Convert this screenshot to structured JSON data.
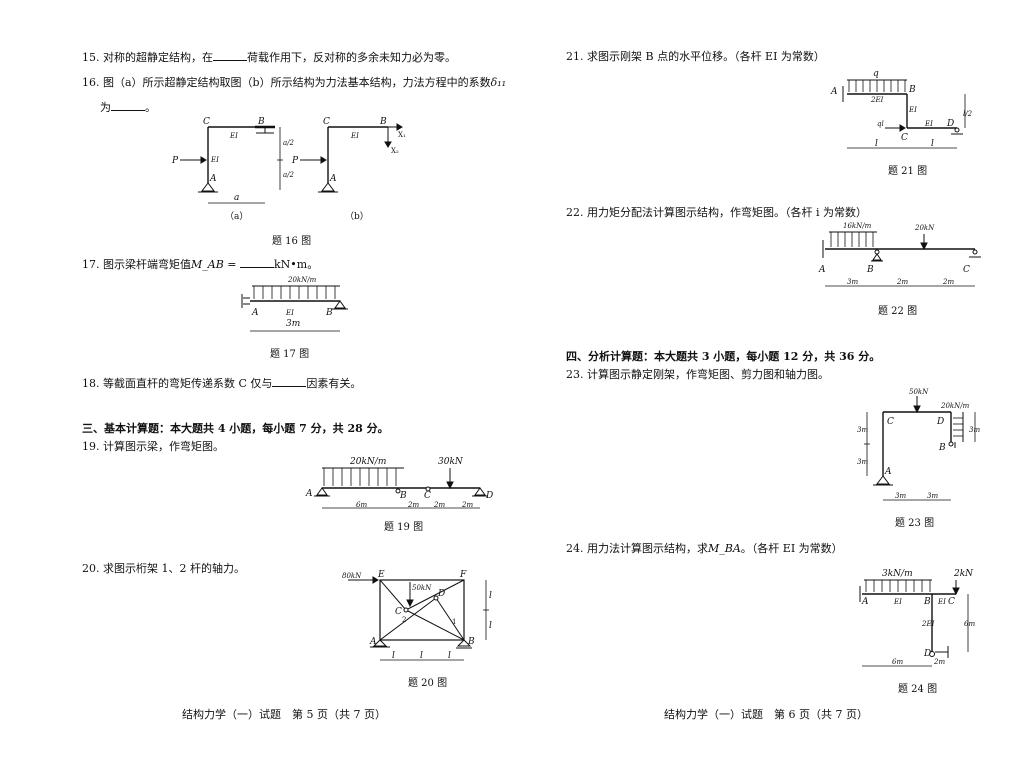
{
  "left": {
    "q15": {
      "a": "15.  对称的超静定结构，在",
      "b": "荷载作用下，反对称的多余未知力必为零。"
    },
    "q16": {
      "a": "16.  图（a）所示超静定结构取图（b）所示结构为力法基本结构，力法方程中的系数",
      "sym": "δ₁₁",
      "b": "为",
      "end": "。"
    },
    "fig16": {
      "cap_a": "（a）",
      "cap_b": "（b）",
      "caption": "题 16 图",
      "C": "C",
      "B": "B",
      "A": "A",
      "P": "P",
      "EI": "EI",
      "a": "a",
      "a2": "a/2",
      "X1": "X₁",
      "X2": "X₂"
    },
    "q17": {
      "a": "17.  图示梁杆端弯矩值",
      "sym": "M_AB",
      "eq": " = ",
      "unit": "kN•m。"
    },
    "fig17": {
      "load": "20kN/m",
      "A": "A",
      "EI": "EI",
      "B": "B",
      "span": "3m",
      "caption": "题 17 图"
    },
    "q18": {
      "a": "18.  等截面直杆的弯矩传递系数 C 仅与",
      "b": "因素有关。"
    },
    "sec3": "三、基本计算题：本大题共 4 小题，每小题 7 分，共 28 分。",
    "q19": "19.  计算图示梁，作弯矩图。",
    "fig19": {
      "load": "20kN/m",
      "P": "30kN",
      "A": "A",
      "B": "B",
      "C": "C",
      "D": "D",
      "d1": "6m",
      "d2": "2m",
      "d3": "2m",
      "d4": "2m",
      "caption": "题 19 图"
    },
    "q20": "20.  求图示桁架 1、2 杆的轴力。",
    "fig20": {
      "P1": "80kN",
      "P2": "50kN",
      "E": "E",
      "F": "F",
      "C": "C",
      "D": "D",
      "A": "A",
      "B": "B",
      "m1": "1",
      "m2": "2",
      "l": "l",
      "caption": "题 20 图"
    },
    "footer": "结构力学（一）试题　第 5 页（共 7 页）"
  },
  "right": {
    "q21": "21.  求图示刚架 B 点的水平位移。（各杆 EI 为常数）",
    "fig21": {
      "q": "q",
      "A": "A",
      "EI2": "2EI",
      "EI": "EI",
      "B": "B",
      "ql": "ql",
      "C": "C",
      "D": "D",
      "l2": "l/2",
      "l": "l",
      "caption": "题 21 图"
    },
    "q22": "22.  用力矩分配法计算图示结构，作弯矩图。（各杆 i 为常数）",
    "fig22": {
      "load": "16kN/m",
      "P": "20kN",
      "A": "A",
      "B": "B",
      "C": "C",
      "d1": "3m",
      "d2": "2m",
      "d3": "2m",
      "caption": "题 22 图"
    },
    "sec4": "四、分析计算题：本大题共 3 小题，每小题 12 分，共 36 分。",
    "q23": "23.  计算图示静定刚架，作弯矩图、剪力图和轴力图。",
    "fig23": {
      "P": "50kN",
      "load": "20kN/m",
      "C": "C",
      "D": "D",
      "A": "A",
      "B": "B",
      "h1": "3m",
      "h2": "3m",
      "hr": "3m",
      "w1": "3m",
      "w2": "3m",
      "caption": "题 23 图"
    },
    "q24": {
      "a": "24.  用力法计算图示结构，求",
      "sym": "M_BA",
      "b": "。（各杆 EI 为常数）"
    },
    "fig24": {
      "load": "3kN/m",
      "P": "2kN",
      "A": "A",
      "EI": "EI",
      "B": "B",
      "EI2": "EI",
      "C": "C",
      "EI3": "2EI",
      "D": "D",
      "h": "6m",
      "w": "6m",
      "w2": "2m",
      "caption": "题 24 图"
    },
    "footer": "结构力学（一）试题　第 6 页（共 7 页）"
  }
}
